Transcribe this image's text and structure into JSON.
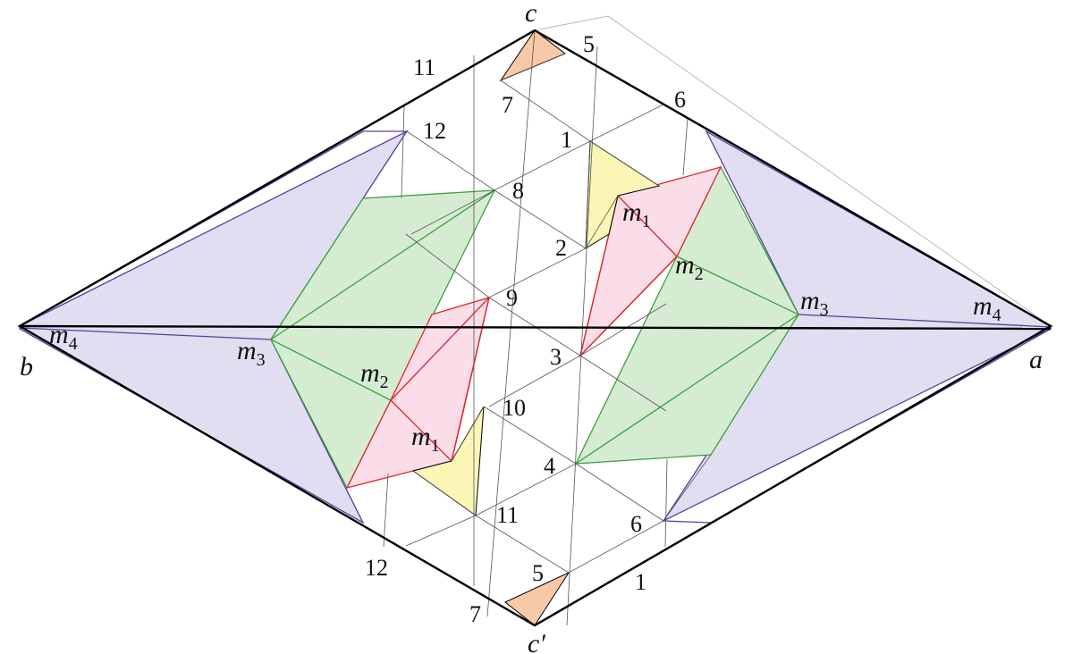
{
  "vertex_labels": {
    "a": "a",
    "b": "b",
    "c": "c",
    "c_prime": "c′"
  },
  "m_labels": {
    "m1_right": {
      "base": "m",
      "sub": "1"
    },
    "m2_right": {
      "base": "m",
      "sub": "2"
    },
    "m3_right": {
      "base": "m",
      "sub": "3"
    },
    "m4_right": {
      "base": "m",
      "sub": "4"
    },
    "m1_left": {
      "base": "m",
      "sub": "1"
    },
    "m2_left": {
      "base": "m",
      "sub": "2"
    },
    "m3_left": {
      "base": "m",
      "sub": "3"
    },
    "m4_left": {
      "base": "m",
      "sub": "4"
    }
  },
  "number_labels": {
    "n11_top": "11",
    "n5_top": "5",
    "n7_top": "7",
    "n6_top": "6",
    "n12_top": "12",
    "n1_inner": "1",
    "n8": "8",
    "n2": "2",
    "n9": "9",
    "n3": "3",
    "n10": "10",
    "n4": "4",
    "n11_inner": "11",
    "n6_inner": "6",
    "n12_bottom": "12",
    "n5_bottom": "5",
    "n1_bottom": "1",
    "n7_bottom": "7"
  },
  "colors": {
    "purple_fill": "#e0def0",
    "purple_line": "#5b3c9a",
    "green_fill": "#d6ecd2",
    "green_line": "#3aa040",
    "pink_fill": "#fadde9",
    "red_line": "#e0242a",
    "yellow_fill": "#fbf6b6",
    "orange_fill": "#f7c9a6",
    "outline": "#000000",
    "grid": "#555555"
  }
}
